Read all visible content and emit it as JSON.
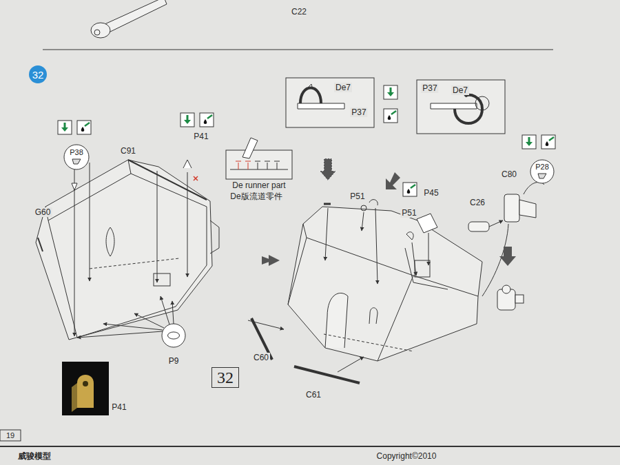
{
  "diagram": {
    "nodes": [
      {
        "text": [
          "32"
        ]
      },
      {
        "text": [
          "P38"
        ]
      },
      {
        "text": [
          "P28"
        ]
      },
      {
        "text": [
          "P9"
        ]
      },
      {
        "text": [
          "32"
        ]
      }
    ],
    "labels": [
      "C22",
      "C91",
      "G60",
      "P41",
      "De runner part",
      "De版流道零件",
      "De7",
      "P37",
      "P37",
      "De7",
      "P51",
      "P51",
      "P45",
      "C80",
      "C26",
      "C60",
      "C61",
      "P41",
      "19",
      "威骏模型",
      "Copyright©2010"
    ]
  }
}
